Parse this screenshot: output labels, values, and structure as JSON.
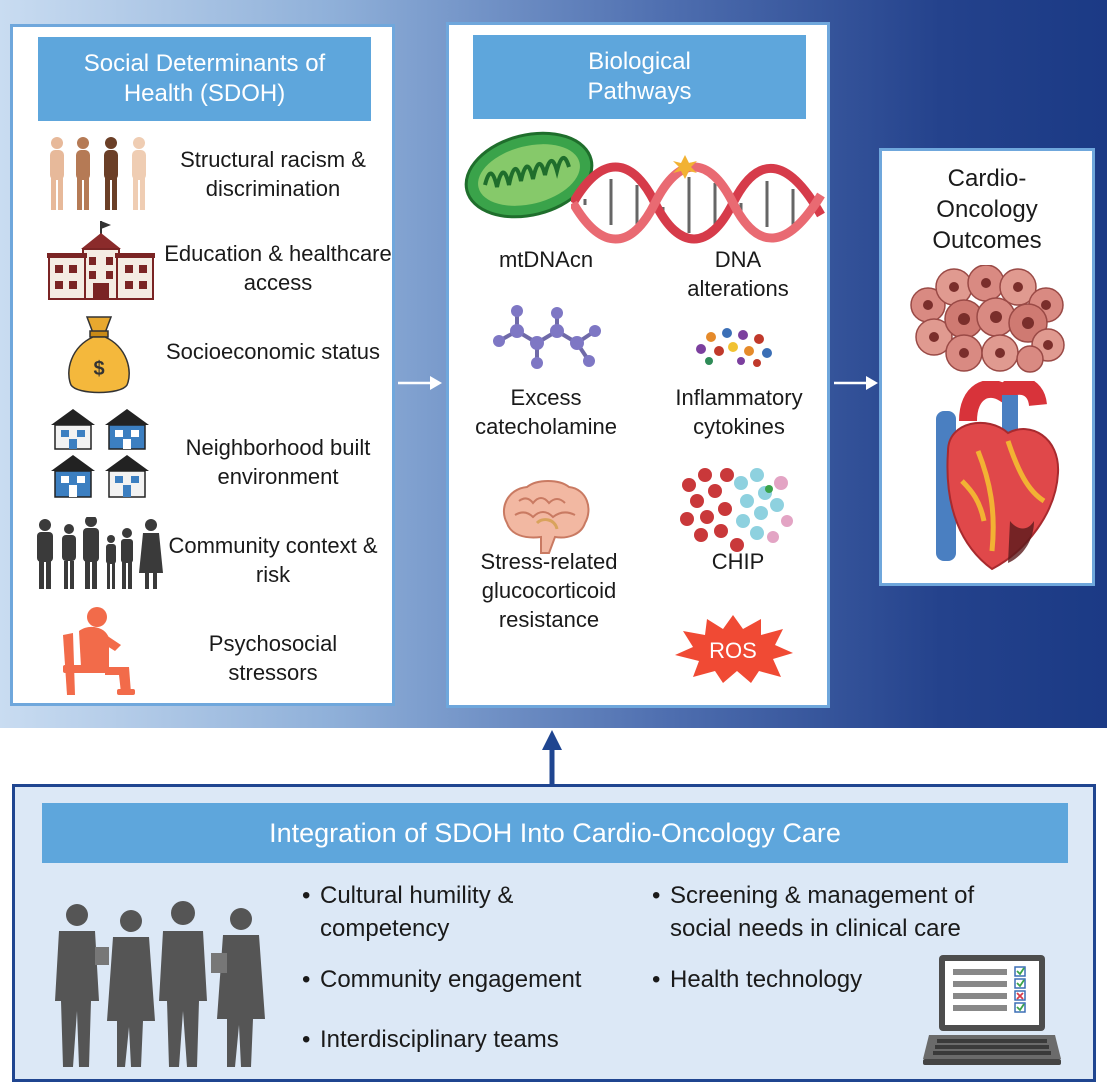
{
  "sdoh": {
    "title": "Social Determinants of Health (SDOH)",
    "items": [
      {
        "label": "Structural racism & discrimination",
        "icon": "people-silhouettes-icon"
      },
      {
        "label": "Education & healthcare access",
        "icon": "school-building-icon"
      },
      {
        "label": "Socioeconomic status",
        "icon": "money-bag-icon",
        "symbol": "$"
      },
      {
        "label": "Neighborhood built environment",
        "icon": "houses-icon"
      },
      {
        "label": "Community context & risk",
        "icon": "crowd-silhouettes-icon"
      },
      {
        "label": "Psychosocial stressors",
        "icon": "stressed-person-icon"
      }
    ]
  },
  "bio": {
    "title": "Biological Pathways",
    "items": [
      {
        "label": "mtDNAcn",
        "icon": "mitochondrion-icon"
      },
      {
        "label": "DNA alterations",
        "icon": "dna-helix-icon"
      },
      {
        "label": "Excess catecholamine",
        "icon": "molecule-icon"
      },
      {
        "label": "Inflammatory cytokines",
        "icon": "cytokines-icon"
      },
      {
        "label": "Stress-related glucocorticoid resistance",
        "icon": "brain-icon"
      },
      {
        "label": "CHIP",
        "icon": "blood-cells-icon"
      },
      {
        "label": "ROS",
        "icon": "ros-burst-icon"
      }
    ]
  },
  "outcomes": {
    "title": "Cardio-Oncology Outcomes",
    "icons": [
      "tumor-cells-icon",
      "heart-icon"
    ]
  },
  "integration": {
    "title": "Integration of SDOH Into Cardio-Oncology Care",
    "bullets_left": [
      "Cultural humility & competency",
      "Community engagement",
      "Interdisciplinary teams"
    ],
    "bullets_right": [
      "Screening & management of social needs in clinical care",
      "Health technology"
    ],
    "icons": [
      "clinicians-silhouettes-icon",
      "laptop-checklist-icon"
    ]
  },
  "colors": {
    "header_blue": "#5ea6dc",
    "panel_border": "#6fa7dc",
    "integration_border": "#1f4590",
    "integration_bg": "#dce8f6",
    "band_dark": "#1b3a85",
    "band_light": "#c9dcf1"
  }
}
